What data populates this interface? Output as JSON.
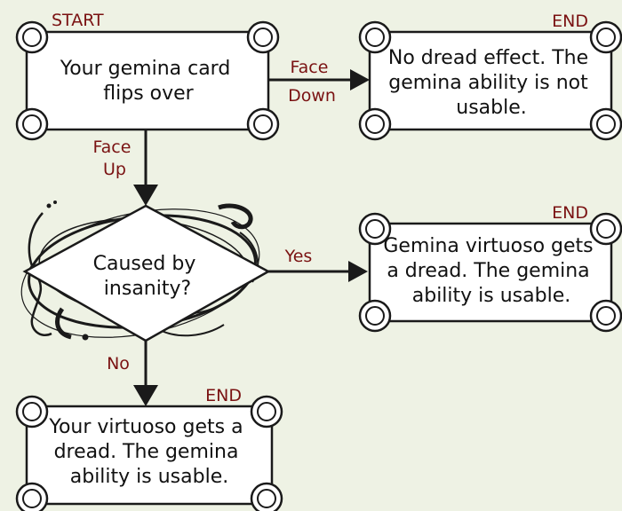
{
  "nodes": {
    "start": {
      "tag": "START",
      "lines": [
        "Your gemina card",
        "flips over"
      ]
    },
    "no_dread": {
      "tag": "END",
      "lines": [
        "No dread effect.  The",
        "gemina ability is not",
        "usable."
      ]
    },
    "decision": {
      "lines": [
        "Caused by",
        "insanity?"
      ]
    },
    "gemina_dread": {
      "tag": "END",
      "lines": [
        "Gemina virtuoso gets",
        "a dread.  The gemina",
        "ability is usable."
      ]
    },
    "virtuoso_dread": {
      "tag": "END",
      "lines": [
        "Your virtuoso gets a",
        "dread.  The gemina",
        "ability is usable."
      ]
    }
  },
  "edges": {
    "face_down": {
      "lines": [
        "Face",
        "Down"
      ]
    },
    "face_up": {
      "lines": [
        "Face",
        "Up"
      ]
    },
    "yes": {
      "lines": [
        "Yes"
      ]
    },
    "no": {
      "lines": [
        "No"
      ]
    }
  },
  "colors": {
    "background": "#eef2e4",
    "label": "#7a1212",
    "ink": "#1a1a1a",
    "box": "#ffffff"
  }
}
